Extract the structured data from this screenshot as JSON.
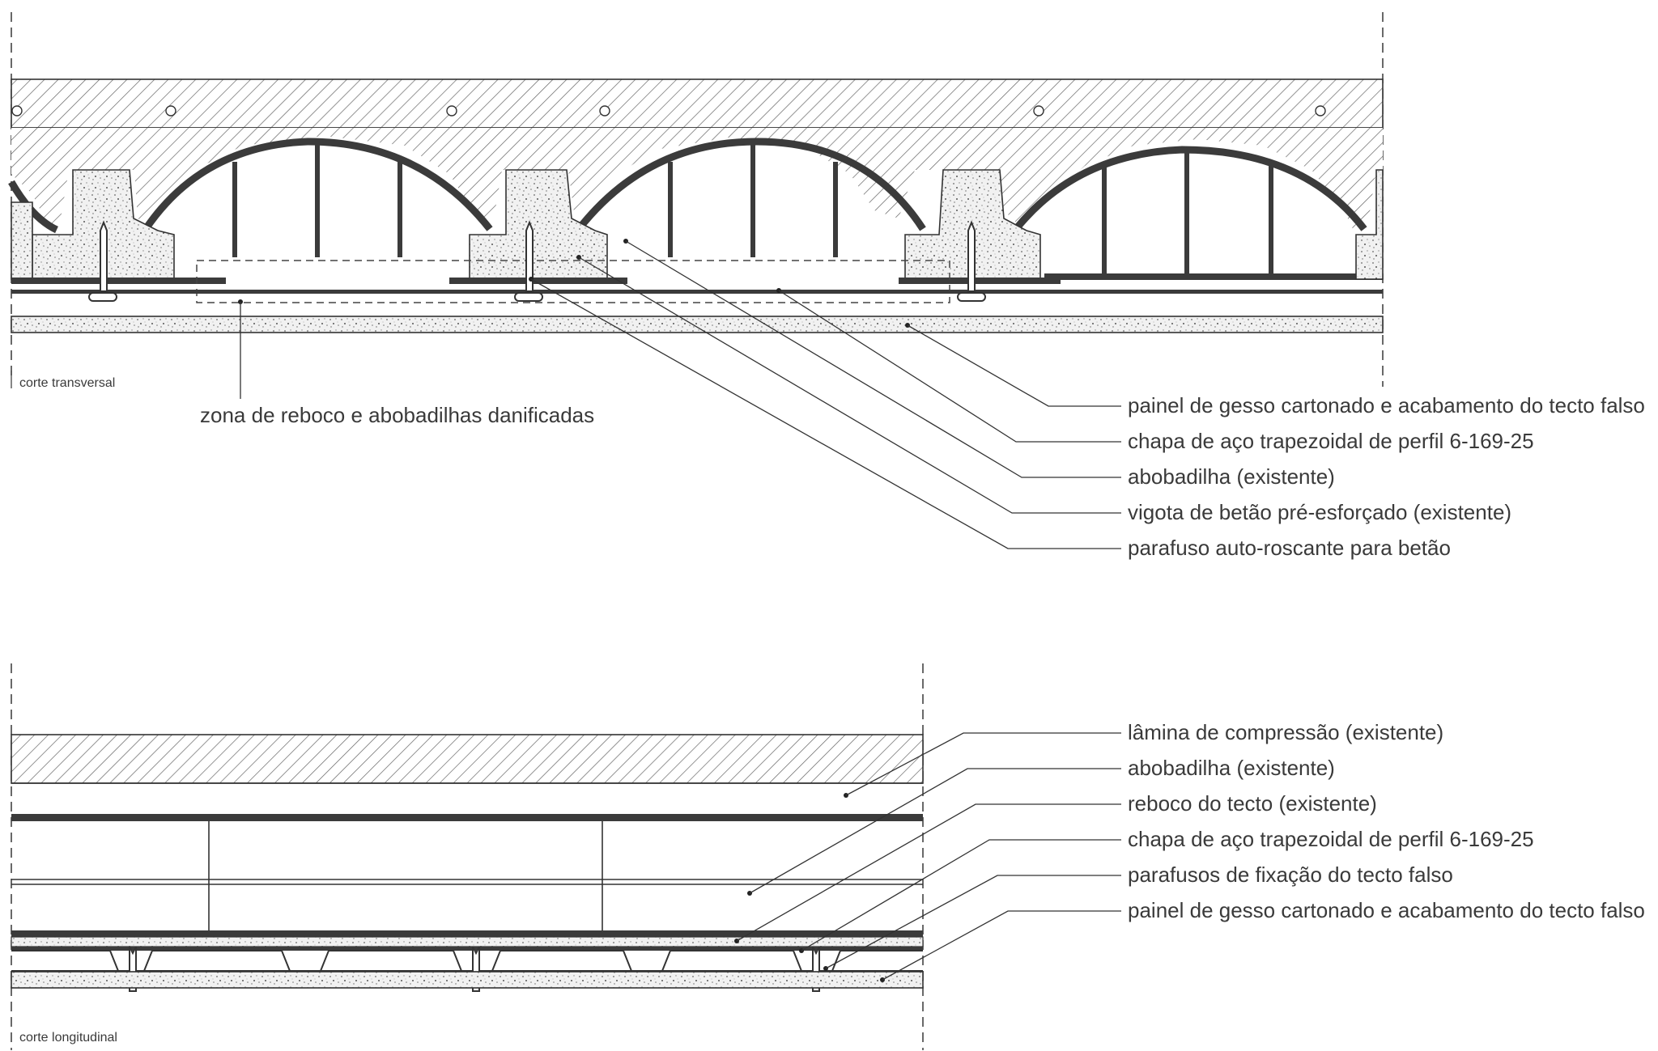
{
  "transverse": {
    "section_label": "corte transversal",
    "damage_label": "zona de reboco e abobadilhas danificadas",
    "callouts": [
      "painel de gesso cartonado e acabamento do tecto falso",
      "chapa de aço trapezoidal de perfil 6-169-25",
      "abobadilha (existente)",
      "vigota de betão pré-esforçado (existente)",
      "parafuso auto-roscante para betão"
    ]
  },
  "longitudinal": {
    "section_label": "corte longitudinal",
    "callouts": [
      "lâmina de compressão (existente)",
      "abobadilha (existente)",
      "reboco do tecto (existente)",
      "chapa de aço trapezoidal de perfil 6-169-25",
      "parafusos de fixação do tecto falso",
      "painel de gesso cartonado e acabamento do tecto falso"
    ]
  }
}
